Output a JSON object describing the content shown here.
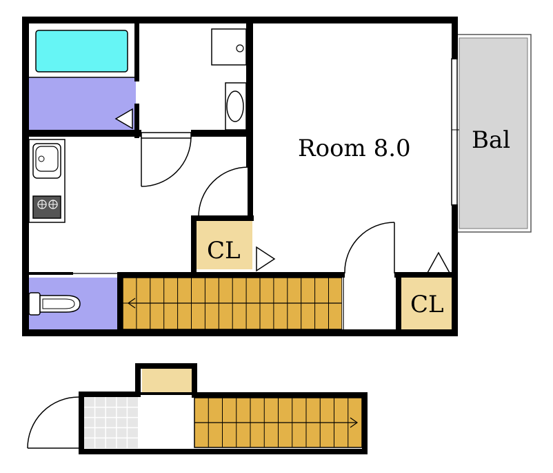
{
  "labels": {
    "room": "Room 8.0",
    "balcony": "Bal",
    "closet_1": "CL",
    "closet_2": "CL"
  },
  "colors": {
    "wall": "#000000",
    "bathtub": "#66f5f5",
    "wet_floor": "#a9a6f2",
    "stairs": "#e3b248",
    "closet": "#f2dba0",
    "balcony": "#d6d6d6",
    "entry_tile": "#e6e6e6"
  },
  "icons": [
    "bathtub-icon",
    "toilet-icon",
    "sink-icon",
    "stove-icon",
    "washbasin-icon"
  ]
}
